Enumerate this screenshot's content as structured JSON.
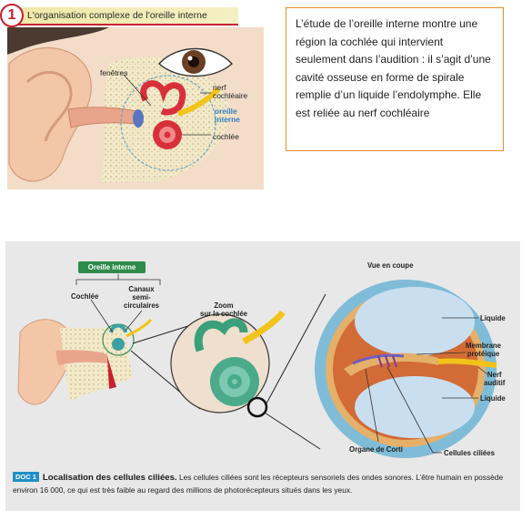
{
  "figure1": {
    "badge": "1",
    "title": "L'organisation complexe de l'oreille interne",
    "labels": {
      "fenetres": "fenêtres",
      "nerf_cochleaire": "nerf\ncochléaire",
      "oreille_interne": "oreille\ninterne",
      "cochlee": "cochlée"
    }
  },
  "textbox": {
    "text": "L’étude de l’oreille interne montre une région la cochlée qui intervient seulement dans l’audition : il s’agit d’une cavité osseuse en forme de spirale remplie d’un liquide l’endolymphe. Elle est reliée au nerf cochléaire"
  },
  "doc1": {
    "labels": {
      "oreille_interne": "Oreille interne",
      "cochlee": "Cochlée",
      "canaux": "Canaux\nsemi-\ncirculaires",
      "zoom": "Zoom\nsur la cochlée",
      "vue_en_coupe": "Vue en coupe",
      "liquide_top": "Liquide",
      "membrane": "Membrane\nprotéique",
      "nerf_auditif": "Nerf\nauditif",
      "liquide_bottom": "Liquide",
      "organe_corti": "Organe de Corti",
      "cellules_ciliees": "Cellules ciliées"
    },
    "caption": {
      "badge": "DOC 1",
      "title": "Localisation des cellules ciliées.",
      "text": " Les cellules ciliées sont les récepteurs sensoriels des ondes sonores. L’être humain en possède environ 16 000, ce qui est très faible au regard des millions de photorécepteurs situés dans les yeux."
    }
  },
  "colors": {
    "accent_red": "#c8202f",
    "box_border": "#ef8a2e",
    "doc_badge": "#1f8fc6",
    "label_bg_green": "#2e8b4a"
  }
}
